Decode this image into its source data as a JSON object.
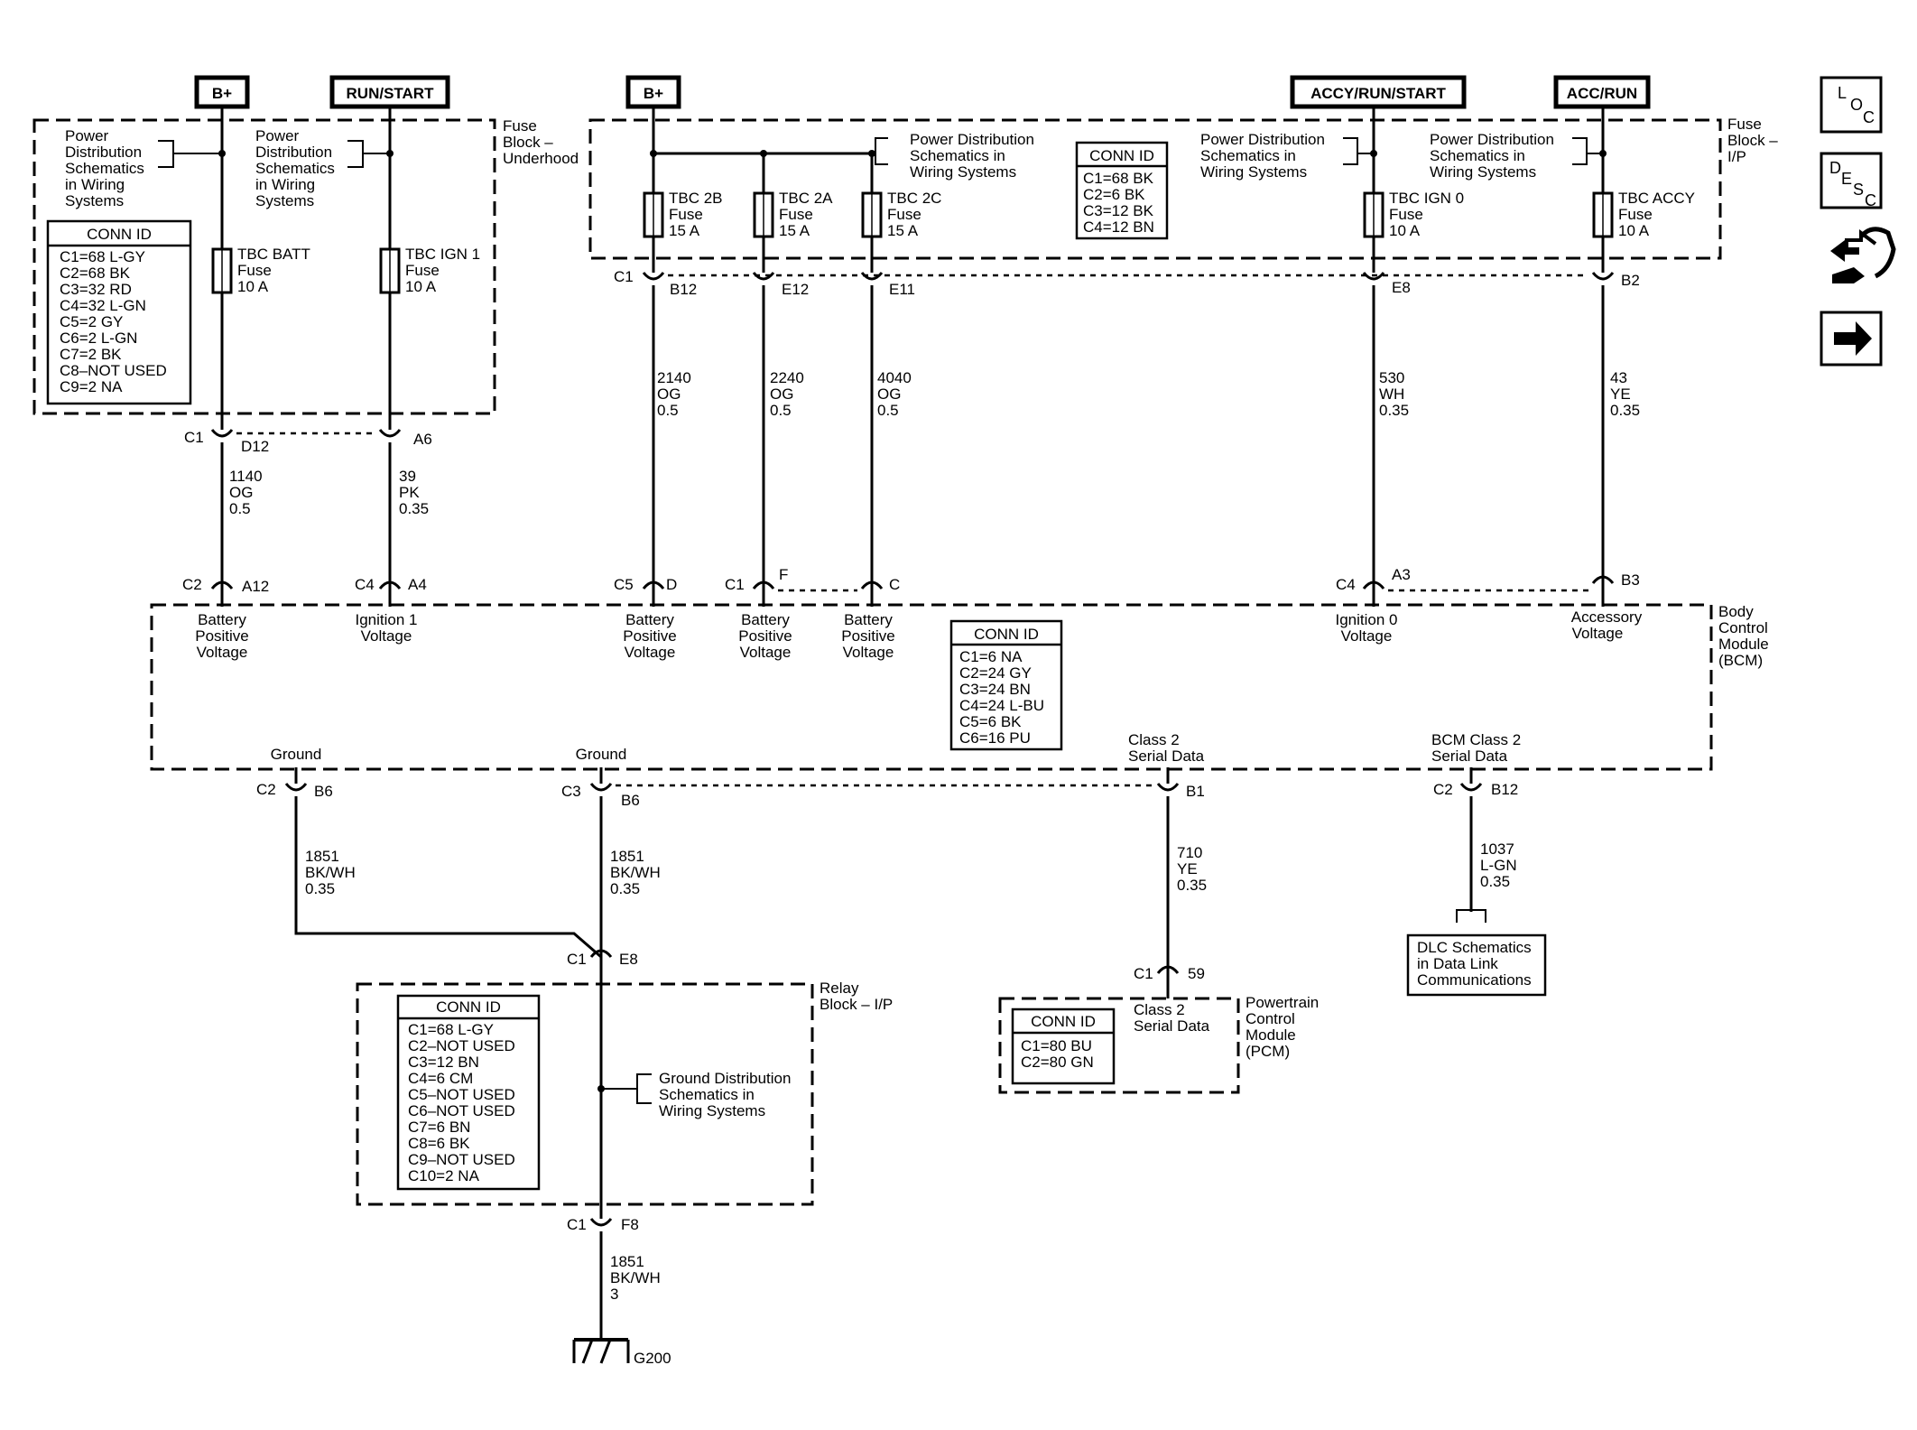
{
  "power": {
    "bplus_left": "B+",
    "run_start": "RUN/START",
    "bplus_mid": "B+",
    "accy_run_start": "ACCY/RUN/START",
    "acc_run": "ACC/RUN"
  },
  "fuse_block_underhood": {
    "label": [
      "Fuse",
      "Block –",
      "Underhood"
    ],
    "ref1": [
      "Power",
      "Distribution",
      "Schematics",
      "in Wiring",
      "Systems"
    ],
    "ref2": [
      "Power",
      "Distribution",
      "Schematics",
      "in Wiring",
      "Systems"
    ],
    "conn_title": "CONN ID",
    "conn": [
      "C1=68 L-GY",
      "C2=68 BK",
      "C3=32 RD",
      "C4=32 L-GN",
      "C5=2 GY",
      "C6=2 L-GN",
      "C7=2 BK",
      "C8–NOT USED",
      "C9=2 NA"
    ],
    "fuse_batt": [
      "TBC BATT",
      "Fuse",
      "10 A"
    ],
    "fuse_ign1": [
      "TBC IGN 1",
      "Fuse",
      "10 A"
    ],
    "c1": "C1",
    "d12": "D12",
    "a6": "A6"
  },
  "fuse_block_ip": {
    "label": [
      "Fuse",
      "Block –",
      "I/P"
    ],
    "ref_mid": [
      "Power Distribution",
      "Schematics in",
      "Wiring Systems"
    ],
    "ref_right1": [
      "Power Distribution",
      "Schematics in",
      "Wiring Systems"
    ],
    "ref_right2": [
      "Power Distribution",
      "Schematics in",
      "Wiring Systems"
    ],
    "conn_title": "CONN ID",
    "conn": [
      "C1=68 BK",
      "C2=6 BK",
      "C3=12 BK",
      "C4=12 BN"
    ],
    "fuse_2b": [
      "TBC 2B",
      "Fuse",
      "15 A"
    ],
    "fuse_2a": [
      "TBC 2A",
      "Fuse",
      "15 A"
    ],
    "fuse_2c": [
      "TBC 2C",
      "Fuse",
      "15 A"
    ],
    "fuse_ign0": [
      "TBC IGN 0",
      "Fuse",
      "10 A"
    ],
    "fuse_accy": [
      "TBC ACCY",
      "Fuse",
      "10 A"
    ],
    "c1": "C1",
    "b12": "B12",
    "e12": "E12",
    "e11": "E11",
    "e8": "E8",
    "b2": "B2"
  },
  "wires": {
    "w1140": [
      "1140",
      "OG",
      "0.5"
    ],
    "w39": [
      "39",
      "PK",
      "0.35"
    ],
    "w2140": [
      "2140",
      "OG",
      "0.5"
    ],
    "w2240": [
      "2240",
      "OG",
      "0.5"
    ],
    "w4040": [
      "4040",
      "OG",
      "0.5"
    ],
    "w530": [
      "530",
      "WH",
      "0.35"
    ],
    "w43": [
      "43",
      "YE",
      "0.35"
    ],
    "w1851a": [
      "1851",
      "BK/WH",
      "0.35"
    ],
    "w1851b": [
      "1851",
      "BK/WH",
      "0.35"
    ],
    "w710": [
      "710",
      "YE",
      "0.35"
    ],
    "w1037": [
      "1037",
      "L-GN",
      "0.35"
    ],
    "w1851c": [
      "1851",
      "BK/WH",
      "3"
    ]
  },
  "bcm": {
    "label": [
      "Body",
      "Control",
      "Module",
      "(BCM)"
    ],
    "conn_title": "CONN ID",
    "conn": [
      "C1=6 NA",
      "C2=24 GY",
      "C3=24 BN",
      "C4=24 L-BU",
      "C5=6 BK",
      "C6=16 PU"
    ],
    "pins_top": {
      "c2": "C2",
      "a12": "A12",
      "c4a": "C4",
      "a4": "A4",
      "c5": "C5",
      "d": "D",
      "c1": "C1",
      "f": "F",
      "c": "C",
      "c4b": "C4",
      "a3": "A3",
      "b3": "B3"
    },
    "inputs": {
      "batt1": [
        "Battery",
        "Positive",
        "Voltage"
      ],
      "ign1": [
        "Ignition 1",
        "Voltage"
      ],
      "batt2": [
        "Battery",
        "Positive",
        "Voltage"
      ],
      "batt3": [
        "Battery",
        "Positive",
        "Voltage"
      ],
      "batt4": [
        "Battery",
        "Positive",
        "Voltage"
      ],
      "ign0": [
        "Ignition 0",
        "Voltage"
      ],
      "acc": [
        "Accessory",
        "Voltage"
      ]
    },
    "outputs": {
      "gnd1": "Ground",
      "gnd2": "Ground",
      "class2": [
        "Class 2",
        "Serial Data"
      ],
      "bcm_class2": [
        "BCM Class 2",
        "Serial Data"
      ]
    },
    "pins_bottom": {
      "c2a": "C2",
      "b6a": "B6",
      "c3": "C3",
      "b6b": "B6",
      "b1": "B1",
      "c2b": "C2",
      "b12": "B12"
    }
  },
  "relay_block": {
    "label": [
      "Relay",
      "Block – I/P"
    ],
    "conn_title": "CONN ID",
    "conn": [
      "C1=68 L-GY",
      "C2–NOT USED",
      "C3=12 BN",
      "C4=6 CM",
      "C5–NOT USED",
      "C6–NOT USED",
      "C7=6 BN",
      "C8=6 BK",
      "C9–NOT USED",
      "C10=2 NA"
    ],
    "ground_ref": [
      "Ground Distribution",
      "Schematics in",
      "Wiring Systems"
    ],
    "c1a": "C1",
    "e8": "E8",
    "c1b": "C1",
    "f8": "F8"
  },
  "ground": {
    "label": "G200"
  },
  "pcm": {
    "label": [
      "Powertrain",
      "Control",
      "Module",
      "(PCM)"
    ],
    "conn_title": "CONN ID",
    "conn": [
      "C1=80 BU",
      "C2=80 GN"
    ],
    "input": [
      "Class 2",
      "Serial Data"
    ],
    "c1": "C1",
    "pin": "59"
  },
  "dlc": {
    "label": [
      "DLC Schematics",
      "in Data Link",
      "Communications"
    ]
  },
  "nav": {
    "loc": [
      "L",
      "O",
      "C"
    ],
    "desc": [
      "D",
      "E",
      "S",
      "C"
    ]
  }
}
